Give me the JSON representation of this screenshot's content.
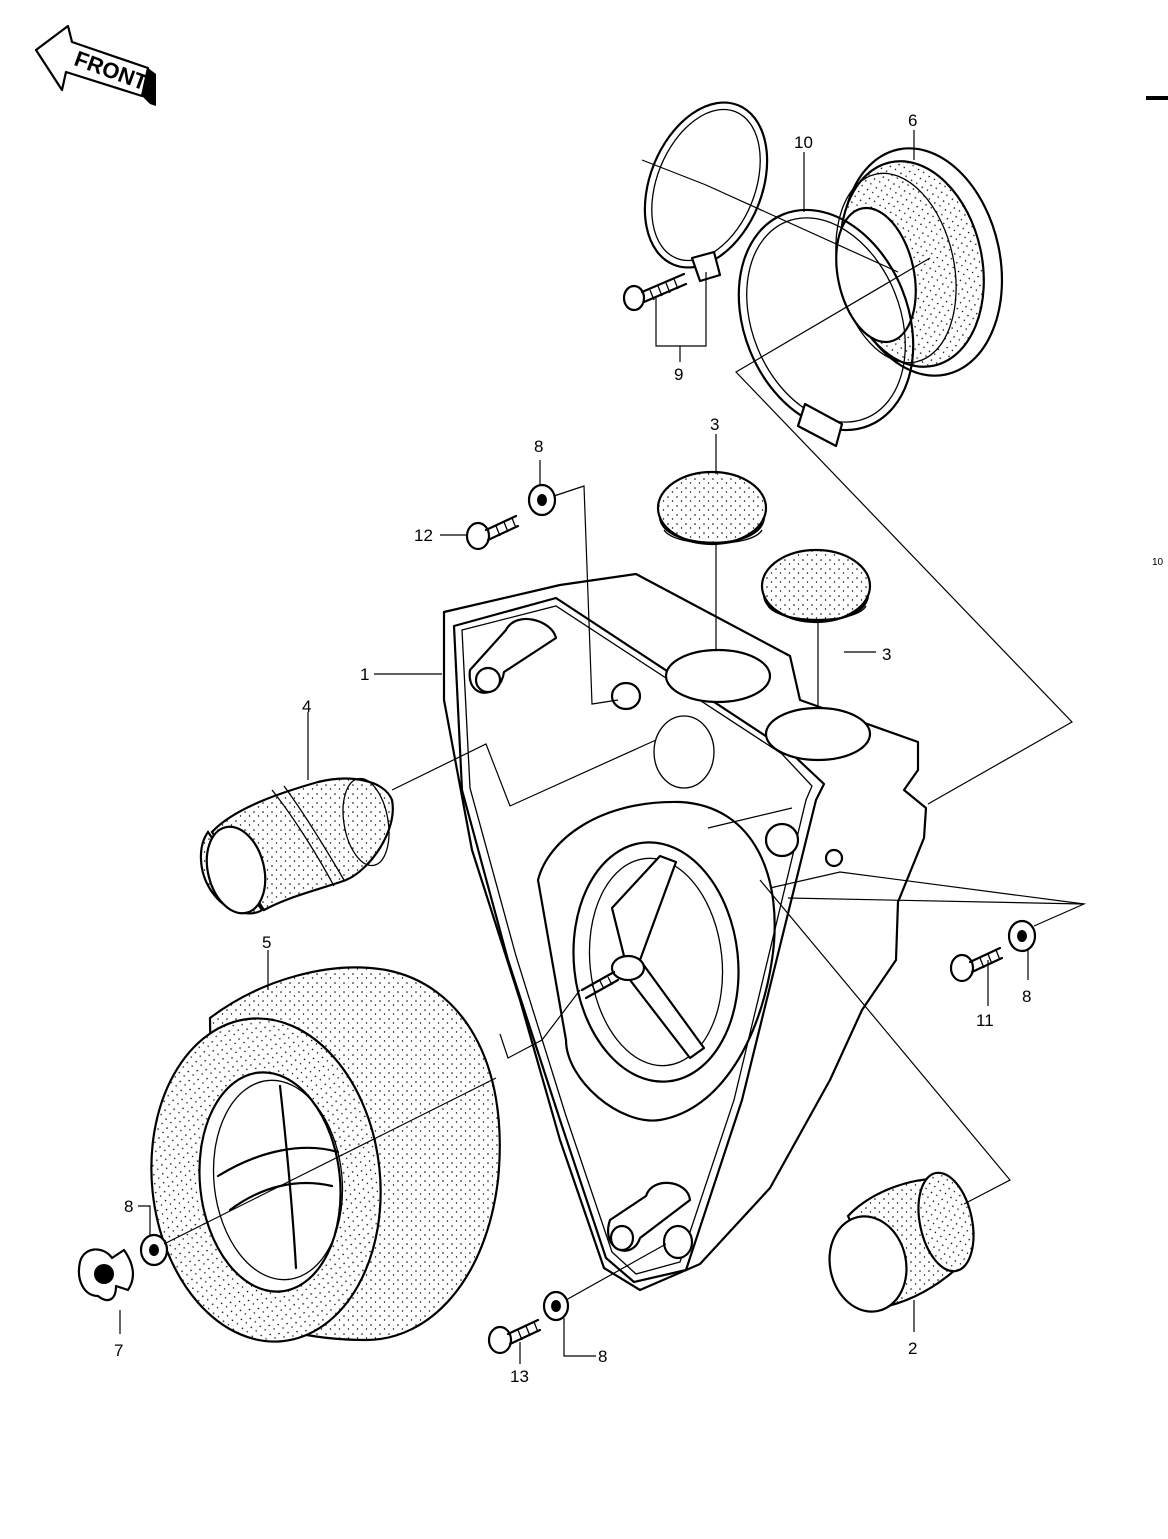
{
  "front_arrow": {
    "label": "FRONT"
  },
  "margin_mark": {
    "label": "10"
  },
  "callouts": {
    "c1": "1",
    "c2": "2",
    "c3_top": "3",
    "c3_right": "3",
    "c4": "4",
    "c5": "5",
    "c6": "6",
    "c7": "7",
    "c8_top": "8",
    "c8_right": "8",
    "c8_left": "8",
    "c8_bottom": "8",
    "c9": "9",
    "c10": "10",
    "c11": "11",
    "c12": "12",
    "c13": "13"
  }
}
